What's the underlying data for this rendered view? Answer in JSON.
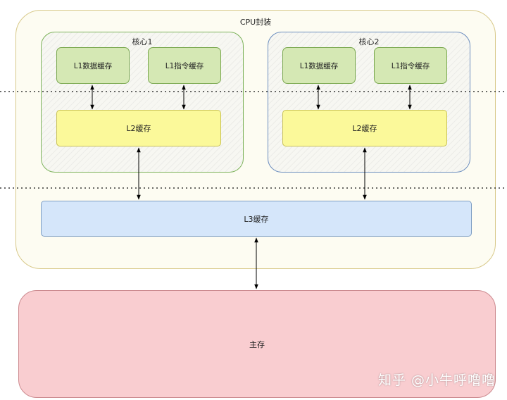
{
  "cpu": {
    "label": "CPU封装"
  },
  "cores": [
    {
      "label": "核心1",
      "l1_data": "L1数据缓存",
      "l1_inst": "L1指令缓存",
      "l2": "L2缓存"
    },
    {
      "label": "核心2",
      "l1_data": "L1数据缓存",
      "l1_inst": "L1指令缓存",
      "l2": "L2缓存"
    }
  ],
  "l3": {
    "label": "L3缓存"
  },
  "main_memory": {
    "label": "主存"
  },
  "watermark": "知乎 @小牛呼噜噜",
  "colors": {
    "cpu_border": "#d8c98a",
    "core1_border": "#7cb25a",
    "core2_border": "#6c8ebf",
    "l1_fill": "#d5e8b4",
    "l2_fill": "#fbf99a",
    "l3_fill": "#d5e6fa",
    "main_fill": "#f9cdd0"
  }
}
